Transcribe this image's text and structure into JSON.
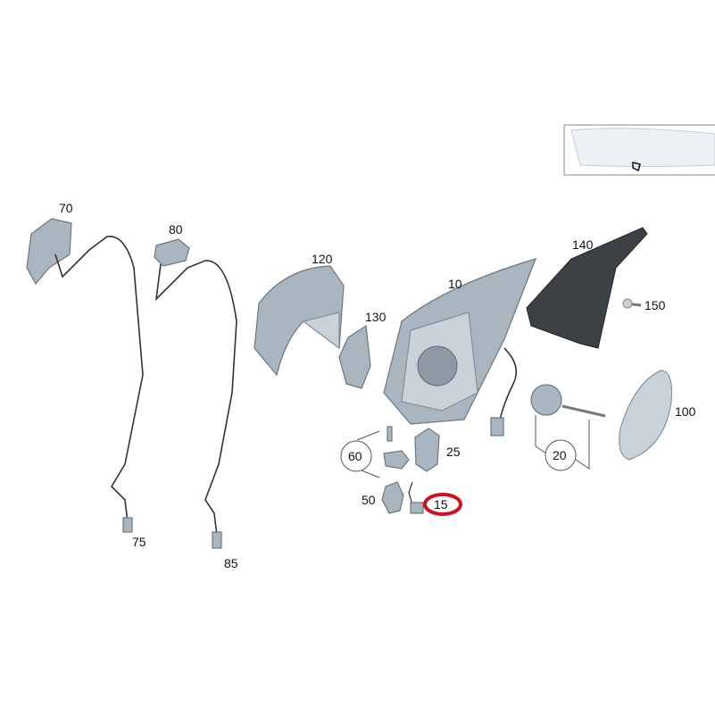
{
  "diagram": {
    "labels": {
      "p70": "70",
      "p80": "80",
      "p120": "120",
      "p10": "10",
      "p130": "130",
      "p140": "140",
      "p150": "150",
      "p100": "100",
      "p20": "20",
      "p25": "25",
      "p60": "60",
      "p50": "50",
      "p15": "15",
      "p75": "75",
      "p85": "85"
    },
    "highlight": {
      "part": "15",
      "color": "#d0101a"
    }
  }
}
